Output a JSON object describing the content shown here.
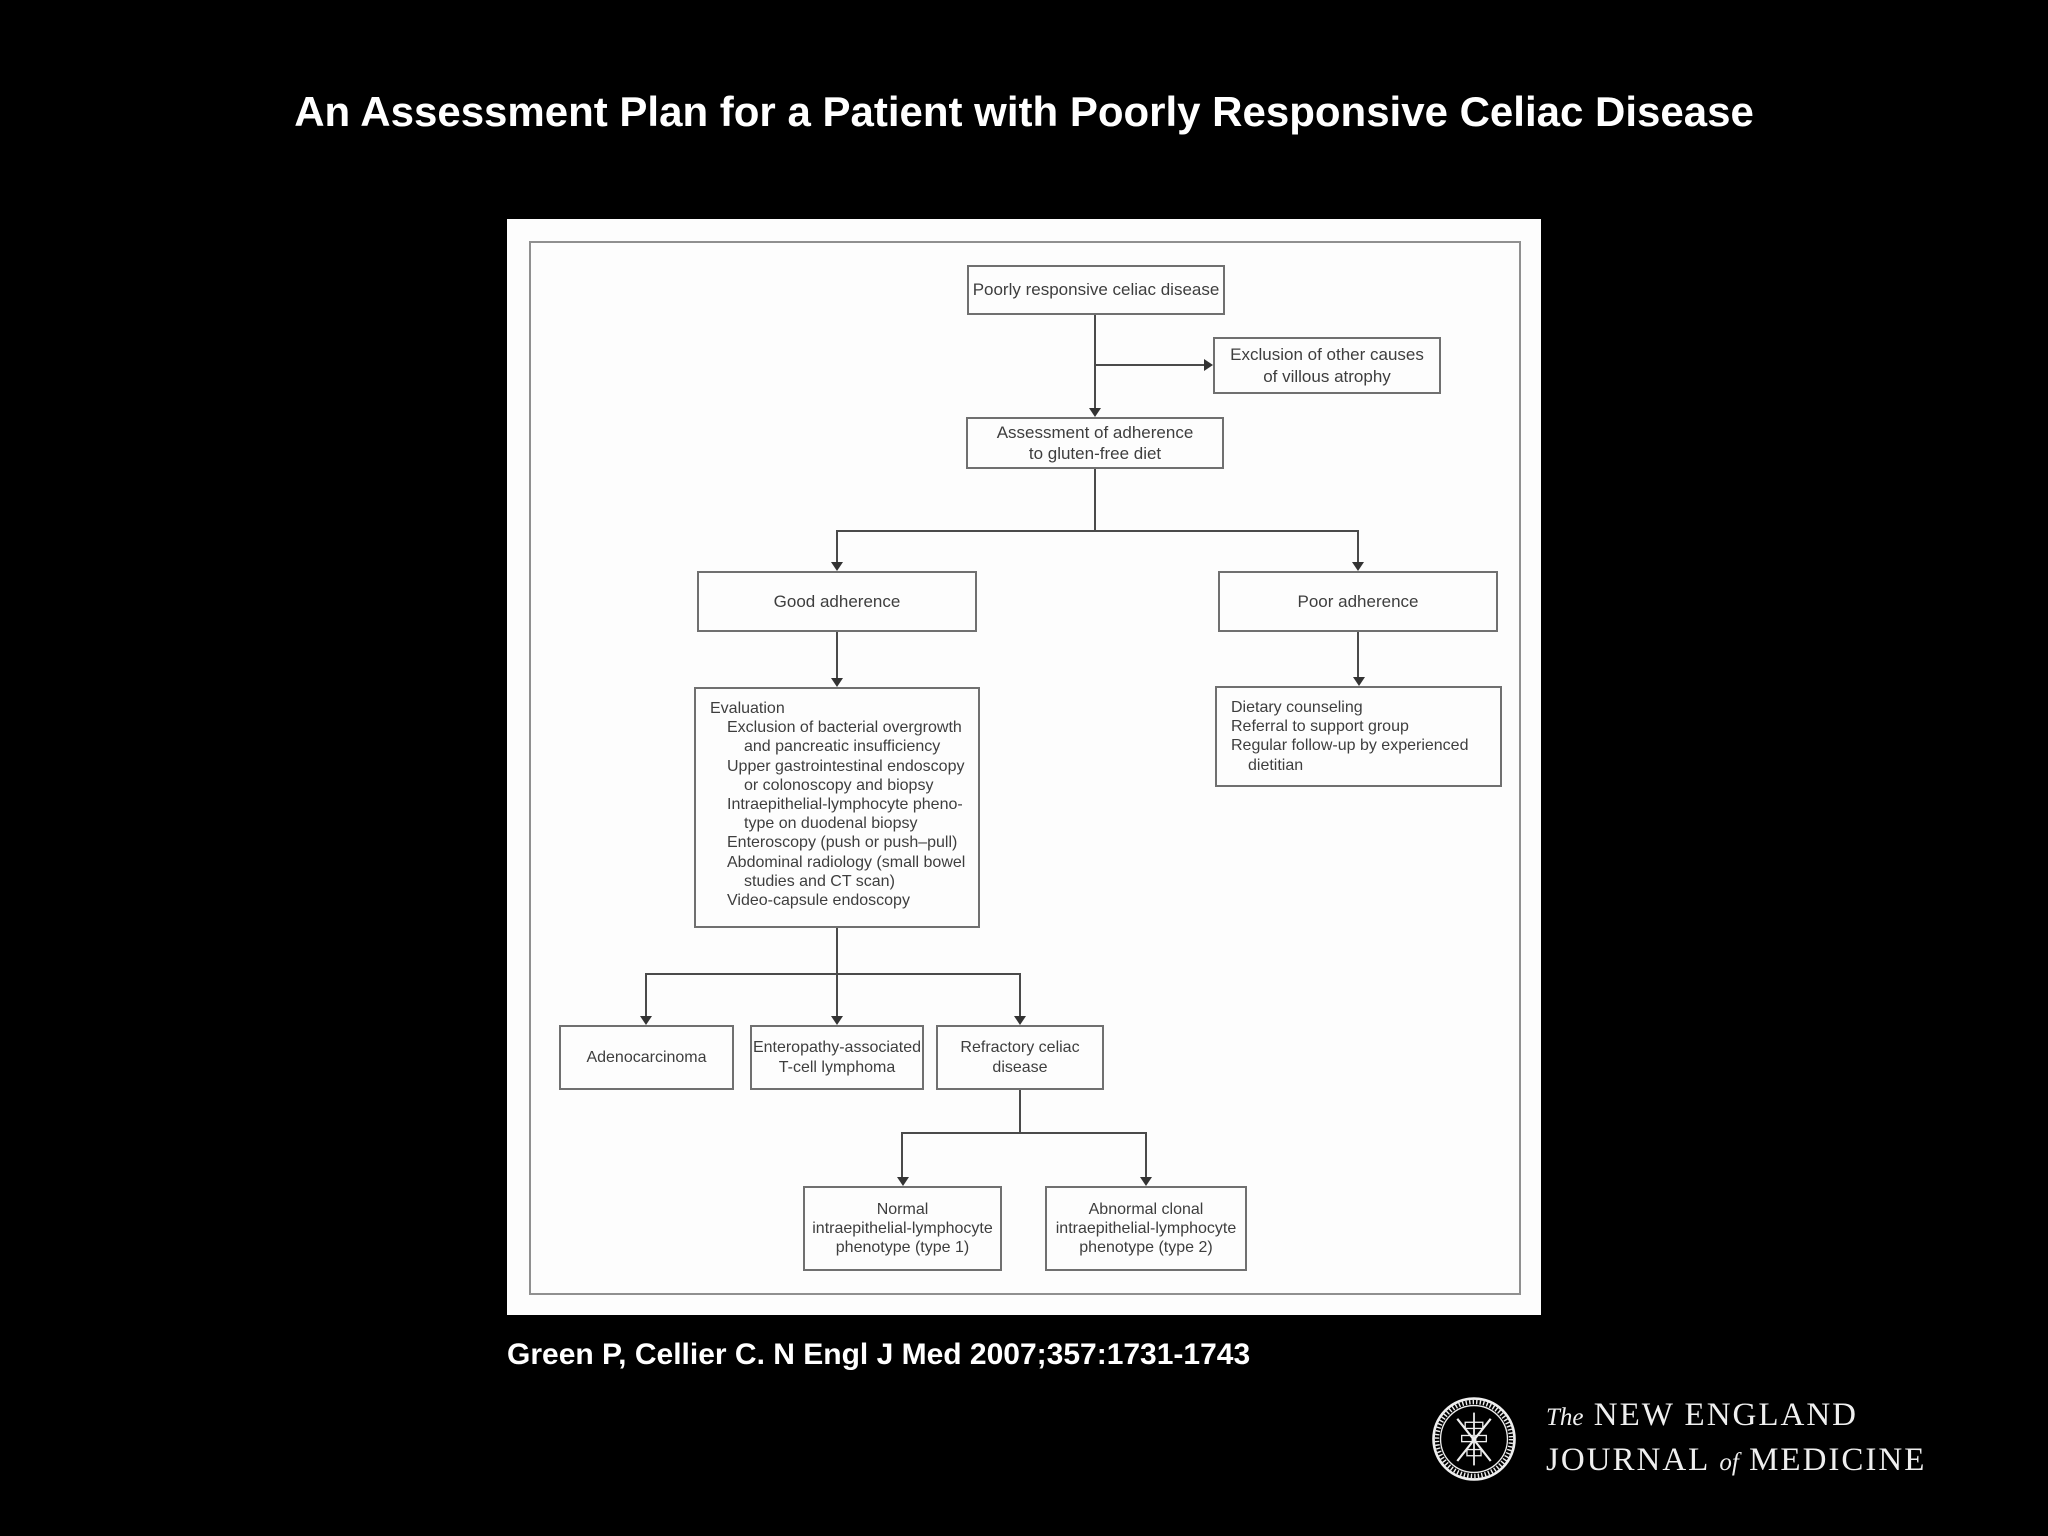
{
  "title": "An Assessment Plan for a Patient with Poorly Responsive Celiac Disease",
  "citation": "Green P, Cellier C. N Engl J Med 2007;357:1731-1743",
  "colors": {
    "background": "#000000",
    "panel": "#fdfdfd",
    "box_border": "#707070",
    "box_text": "#3e3e3e",
    "connector": "#4a4a4a",
    "title_text": "#ffffff"
  },
  "logo": {
    "the": "The",
    "new_england": "NEW ENGLAND",
    "journal": "JOURNAL",
    "of": "of",
    "medicine": "MEDICINE"
  },
  "flowchart": {
    "nodes": {
      "poorly_responsive": {
        "lines": [
          "Poorly responsive celiac disease"
        ]
      },
      "exclusion": {
        "lines": [
          "Exclusion of other causes",
          "of villous atrophy"
        ]
      },
      "assessment": {
        "lines": [
          "Assessment of adherence",
          "to gluten-free diet"
        ]
      },
      "good_adherence": {
        "lines": [
          "Good adherence"
        ]
      },
      "poor_adherence": {
        "lines": [
          "Poor adherence"
        ]
      },
      "evaluation": {
        "lines": [
          {
            "t": "Evaluation",
            "i": 0
          },
          {
            "t": "Exclusion of bacterial overgrowth",
            "i": 1
          },
          {
            "t": "and pancreatic insufficiency",
            "i": 2
          },
          {
            "t": "Upper gastrointestinal endoscopy",
            "i": 1
          },
          {
            "t": "or colonoscopy and biopsy",
            "i": 2
          },
          {
            "t": "Intraepithelial-lymphocyte pheno-",
            "i": 1
          },
          {
            "t": "type on duodenal biopsy",
            "i": 2
          },
          {
            "t": "Enteroscopy (push or push–pull)",
            "i": 1
          },
          {
            "t": "Abdominal radiology (small bowel",
            "i": 1
          },
          {
            "t": "studies and CT scan)",
            "i": 2
          },
          {
            "t": "Video-capsule endoscopy",
            "i": 1
          }
        ]
      },
      "dietary": {
        "lines": [
          {
            "t": "Dietary counseling",
            "i": 0
          },
          {
            "t": "Referral to support group",
            "i": 0
          },
          {
            "t": "Regular follow-up by experienced",
            "i": 0
          },
          {
            "t": "dietitian",
            "i": 1
          }
        ]
      },
      "adenocarcinoma": {
        "lines": [
          "Adenocarcinoma"
        ]
      },
      "enteropathy": {
        "lines": [
          "Enteropathy-associated",
          "T-cell lymphoma"
        ]
      },
      "refractory": {
        "lines": [
          "Refractory celiac",
          "disease"
        ]
      },
      "type1": {
        "lines": [
          "Normal",
          "intraepithelial-lymphocyte",
          "phenotype (type 1)"
        ]
      },
      "type2": {
        "lines": [
          "Abnormal clonal",
          "intraepithelial-lymphocyte",
          "phenotype (type 2)"
        ]
      }
    }
  }
}
